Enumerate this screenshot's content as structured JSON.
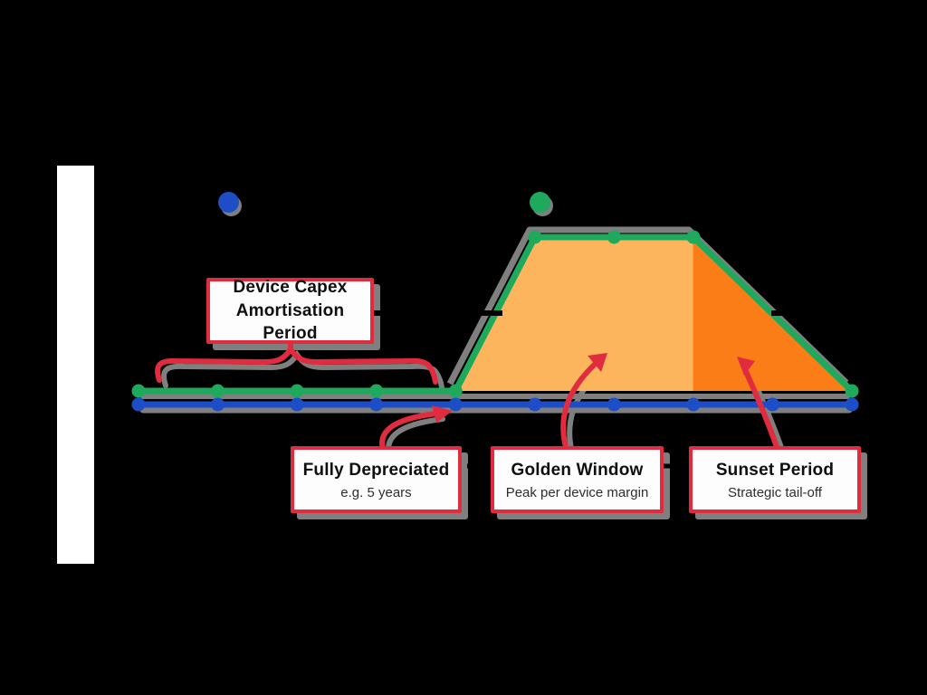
{
  "page": {
    "background": "#000000"
  },
  "colors": {
    "green_series": "#1fa95c",
    "blue_series": "#1d4ec8",
    "golden_window_fill": "#fcb55c",
    "sunset_fill": "#fa7d17",
    "annotation_red": "#e02c3e",
    "shadow_gray": "#7f7f7f",
    "box_background": "#fdfdfd"
  },
  "legend": {
    "markers": [
      {
        "name": "blue-series-dot",
        "color": "#1d4ec8"
      },
      {
        "name": "green-series-dot",
        "color": "#1fa95c"
      }
    ]
  },
  "chart_data": {
    "type": "area",
    "x": [
      1,
      2,
      3,
      4,
      5,
      6,
      7,
      8,
      9,
      10
    ],
    "series": [
      {
        "name": "device-cost-baseline",
        "color": "#1d4ec8",
        "values": [
          0,
          0,
          0,
          0,
          0,
          0,
          0,
          0,
          0,
          0
        ]
      },
      {
        "name": "per-device-margin",
        "color": "#1fa95c",
        "values": [
          0,
          0,
          0,
          0,
          0,
          100,
          100,
          100,
          50,
          0
        ]
      }
    ],
    "regions": [
      {
        "name": "golden-window",
        "from_index": 4,
        "to_index": 7,
        "fill": "#fcb55c"
      },
      {
        "name": "sunset-period",
        "from_index": 7,
        "to_index": 9,
        "fill": "#fa7d17"
      }
    ],
    "green_marker_indices": [
      0,
      1,
      2,
      3,
      4,
      5,
      6,
      7,
      9
    ],
    "grid": false,
    "legend_position": "top"
  },
  "annotations": {
    "amortisation": {
      "title_line1": "Device Capex",
      "title_line2": "Amortisation Period"
    },
    "fully_depreciated": {
      "title": "Fully Depreciated",
      "subtitle": "e.g. 5 years"
    },
    "golden_window": {
      "title": "Golden Window",
      "subtitle": "Peak per device margin"
    },
    "sunset_period": {
      "title": "Sunset Period",
      "subtitle": "Strategic tail-off"
    }
  }
}
